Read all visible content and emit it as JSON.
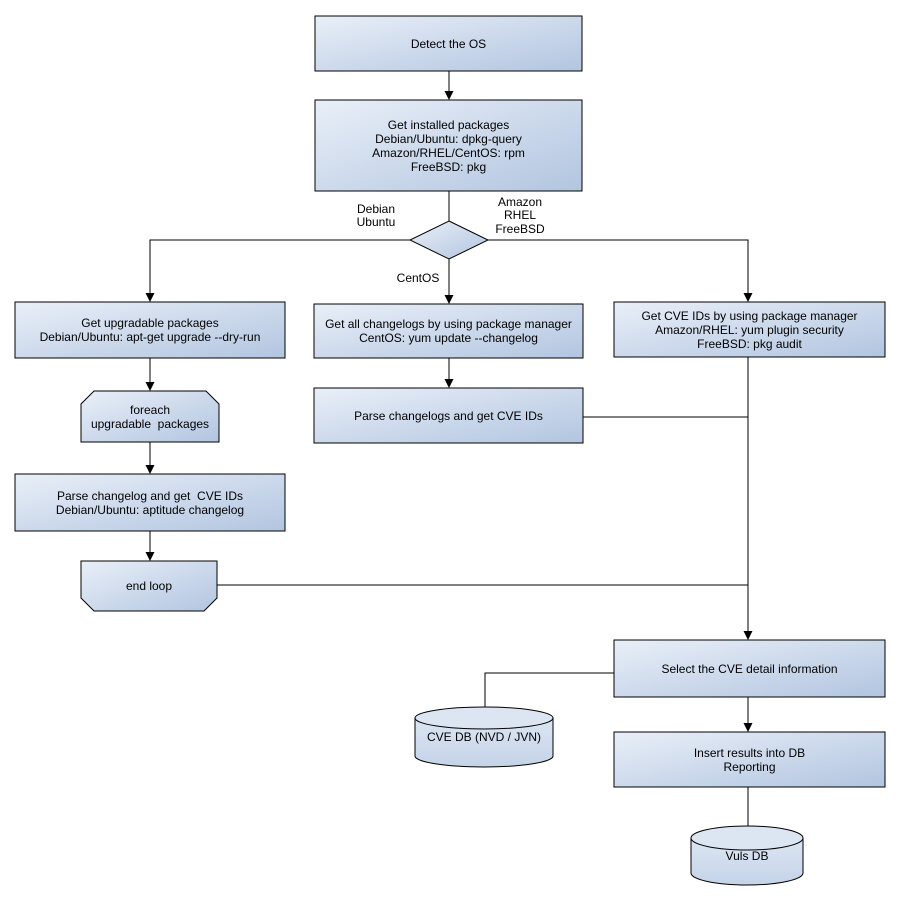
{
  "diagram": {
    "kind": "flowchart",
    "nodes": {
      "detect_os": {
        "shape": "process",
        "lines": [
          "Detect the OS"
        ]
      },
      "get_installed_packages": {
        "shape": "process",
        "lines": [
          "Get installed packages",
          "Debian/Ubuntu: dpkg-query",
          "Amazon/RHEL/CentOS: rpm",
          "FreeBSD: pkg"
        ]
      },
      "os_decision": {
        "shape": "decision",
        "lines": []
      },
      "get_upgradable_packages": {
        "shape": "process",
        "lines": [
          "Get upgradable packages",
          "Debian/Ubuntu: apt-get upgrade --dry-run"
        ]
      },
      "foreach_loop": {
        "shape": "loop-start",
        "lines": [
          "foreach",
          "upgradable  packages"
        ]
      },
      "parse_changelog_debian": {
        "shape": "process",
        "lines": [
          "Parse changelog and get  CVE IDs",
          "Debian/Ubuntu: aptitude changelog"
        ]
      },
      "end_loop": {
        "shape": "loop-end",
        "lines": [
          "end loop"
        ]
      },
      "get_all_changelogs": {
        "shape": "process",
        "lines": [
          "Get all changelogs by using package manager",
          "CentOS: yum update --changelog"
        ]
      },
      "parse_changelogs_centos": {
        "shape": "process",
        "lines": [
          "Parse changelogs and get CVE IDs"
        ]
      },
      "get_cve_ids_package_manager": {
        "shape": "process",
        "lines": [
          "Get CVE IDs by using package manager",
          "Amazon/RHEL: yum plugin security",
          "FreeBSD: pkg audit"
        ]
      },
      "select_cve_detail": {
        "shape": "process",
        "lines": [
          "Select the CVE detail information"
        ]
      },
      "insert_results": {
        "shape": "process",
        "lines": [
          "Insert results into DB",
          "Reporting"
        ]
      },
      "cve_db": {
        "shape": "cylinder",
        "lines": [
          "CVE DB (NVD / JVN)"
        ]
      },
      "vuls_db": {
        "shape": "cylinder",
        "lines": [
          "Vuls DB"
        ]
      }
    },
    "edge_labels": {
      "debian_ubuntu": [
        "Debian",
        "Ubuntu"
      ],
      "amazon_rhel_freebsd": [
        "Amazon",
        "RHEL",
        "FreeBSD"
      ],
      "centos": "CentOS"
    },
    "colors": {
      "node_fill_light": "#e9eff8",
      "node_fill_dark": "#b2c5e0",
      "cylinder_fill_light": "#dce6f3",
      "cylinder_fill_dark": "#c5d3e8",
      "border": "#000000",
      "connector": "#000000",
      "text": "#000000",
      "background": "#ffffff"
    }
  }
}
